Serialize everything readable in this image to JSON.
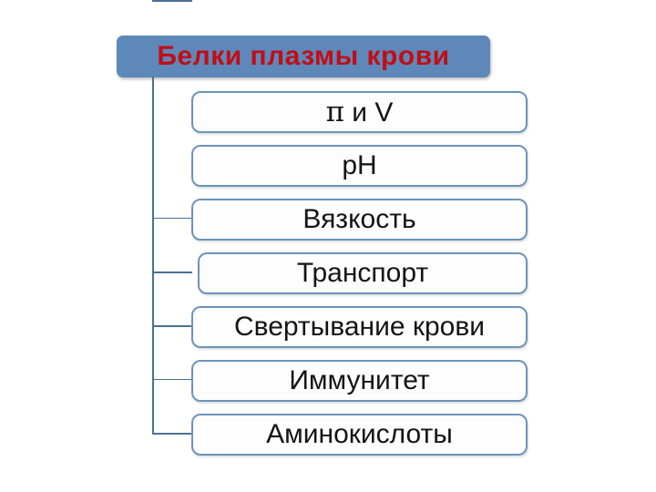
{
  "slide": {
    "title": "Белки плазмы крови",
    "items": [
      {
        "label": "π и V"
      },
      {
        "label": "pH"
      },
      {
        "label": "Вязкость"
      },
      {
        "label": "Транспорт"
      },
      {
        "label": "Свертывание крови"
      },
      {
        "label": "Иммунитет"
      },
      {
        "label": "Аминокислоты"
      }
    ],
    "colors": {
      "title_fill": "#5E88B9",
      "title_text": "#C00E16",
      "connector": "#4A7096",
      "box_border": "#6C94BC",
      "box_fill": "#FDFDFE",
      "box_text": "#141414"
    }
  }
}
